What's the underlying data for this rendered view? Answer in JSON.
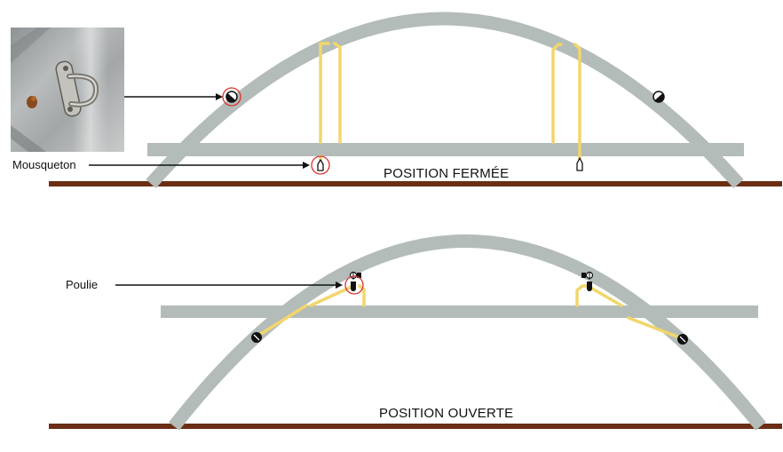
{
  "labels": {
    "mousqueton": "Mousqueton",
    "poulie": "Poulie"
  },
  "titles": {
    "closed": "POSITION FERMÉE",
    "open": "POSITION OUVERTE"
  },
  "colors": {
    "arch": "#b3bcb8",
    "ground": "#6b2e14",
    "rope": "#f2d66b",
    "highlight": "#d9302c",
    "hardware": "#111111"
  },
  "icons": {
    "photo": "carabiner-eye-bolt-photo",
    "anchor": "anchor-point-icon",
    "carabiner": "carabiner-icon",
    "pulley": "pulley-icon"
  }
}
